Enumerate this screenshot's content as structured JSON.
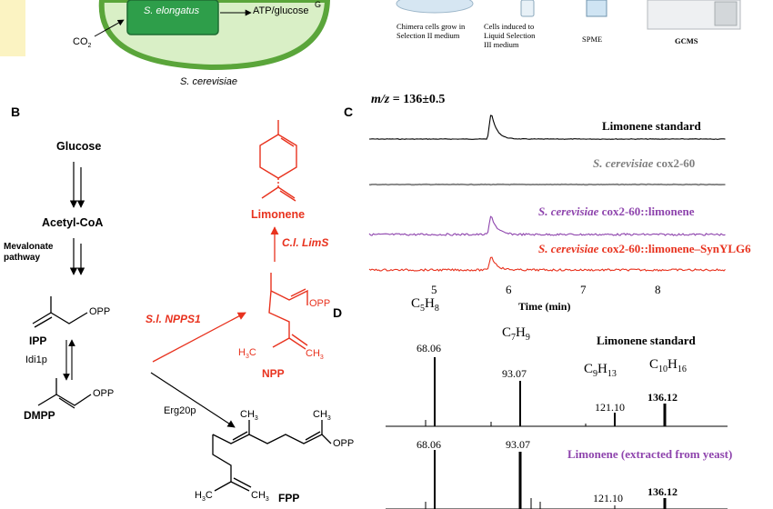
{
  "panel_a": {
    "inner_cell": "S. elongatus",
    "product": "ATP/glucose",
    "cut_letter": "G",
    "co2_main": "CO",
    "co2_sub": "2",
    "outer_cell": "S. cerevisiae",
    "workflow": [
      {
        "line1": "Chimera cells grow in",
        "line2": "Selection II  medium"
      },
      {
        "line1": "Cells induced to",
        "line2": "Liquid Selection",
        "line3": "III medium"
      },
      {
        "line1": "SPME"
      },
      {
        "line1": "GCMS"
      }
    ]
  },
  "panel_b": {
    "letter": "B",
    "glucose": "Glucose",
    "acetyl_coa": "Acetyl-CoA",
    "mevalonate_line1": "Mevalonate",
    "mevalonate_line2": "pathway",
    "ipp": "IPP",
    "idi1p": "Idi1p",
    "dmpp": "DMPP",
    "opp": "OPP",
    "enzyme_nppsi": "S.l. NPPS1",
    "npp": "NPP",
    "limonene": "Limonene",
    "enzyme_lims": "C.l. LimS",
    "erg20p": "Erg20p",
    "fpp": "FPP",
    "ch3": "CH",
    "three": "3",
    "h3c": "H",
    "c": "C"
  },
  "panel_c": {
    "letter": "C",
    "mz_label": "m/z",
    "mz_value": " = 136±0.5",
    "traces": [
      {
        "label": "Limonene standard",
        "color": "#000000"
      },
      {
        "label_italic": "S. cerevisiae",
        "label_rest": " cox2-60",
        "color": "#7f7f7f"
      },
      {
        "label_italic": "S. cerevisiae",
        "label_rest": " cox2-60::limonene",
        "color": "#8e44ad"
      },
      {
        "label_italic": "S. cerevisiae",
        "label_rest": " cox2-60::limonene–SynYLG6",
        "color": "#e8321e"
      }
    ],
    "x_ticks": [
      "5",
      "6",
      "7",
      "8"
    ],
    "x_label": "Time (min)"
  },
  "panel_d": {
    "letter": "D",
    "formulas": {
      "c5h8": {
        "a": "C",
        "b": "5",
        "c": "H",
        "d": "8"
      },
      "c7h9": {
        "a": "C",
        "b": "7",
        "c": "H",
        "d": "9"
      },
      "c9h13": {
        "a": "C",
        "b": "9",
        "c": "H",
        "d": "13"
      },
      "c10h16": {
        "a": "C",
        "b": "10",
        "c": "H",
        "d": "16"
      }
    },
    "spectra": [
      {
        "title": "Limonene standard",
        "peaks": [
          "68.06",
          "93.07",
          "121.10",
          "136.12"
        ]
      },
      {
        "title": "Limonene (extracted from yeast)",
        "peaks": [
          "68.06",
          "93.07",
          "121.10",
          "136.12"
        ]
      }
    ]
  },
  "colors": {
    "red": "#e8321e",
    "purple": "#8e44ad",
    "grey": "#7f7f7f",
    "cell_green": "#5aa53a",
    "inner_green": "#2e9e4a",
    "cell_fill": "#d9efc6"
  }
}
